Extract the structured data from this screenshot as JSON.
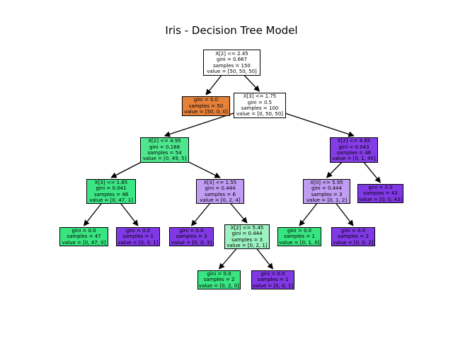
{
  "title": "Iris - Decision Tree Model",
  "palette": {
    "setosa_orange": "#e58139",
    "versicolor_green": "#39e581",
    "virginica_purple": "#8139e5",
    "impure_white": "#ffffff"
  },
  "nodes": [
    {
      "condition": "X[2] <= 2.45",
      "gini": "gini = 0.667",
      "samples": "samples = 150",
      "value": "value = [50, 50, 50]",
      "color": "#ffffff"
    },
    {
      "gini": "gini = 0.0",
      "samples": "samples = 50",
      "value": "value = [50, 0, 0]",
      "color": "#e58139"
    },
    {
      "condition": "X[3] <= 1.75",
      "gini": "gini = 0.5",
      "samples": "samples = 100",
      "value": "value = [0, 50, 50]",
      "color": "#ffffff"
    },
    {
      "condition": "X[2] <= 4.95",
      "gini": "gini = 0.168",
      "samples": "samples = 54",
      "value": "value = [0, 49, 5]",
      "color": "#4de88e"
    },
    {
      "condition": "X[2] <= 4.85",
      "gini": "gini = 0.043",
      "samples": "samples = 46",
      "value": "value = [0, 1, 45]",
      "color": "#843de6"
    },
    {
      "condition": "X[3] <= 1.65",
      "gini": "gini = 0.041",
      "samples": "samples = 48",
      "value": "value = [0, 47, 1]",
      "color": "#3de684"
    },
    {
      "condition": "X[3] <= 1.55",
      "gini": "gini = 0.444",
      "samples": "samples = 6",
      "value": "value = [0, 2, 4]",
      "color": "#c09cf2"
    },
    {
      "condition": "X[0] <= 5.95",
      "gini": "gini = 0.444",
      "samples": "samples = 3",
      "value": "value = [0, 1, 2]",
      "color": "#c09cf2"
    },
    {
      "gini": "gini = 0.0",
      "samples": "samples = 43",
      "value": "value = [0, 0, 43]",
      "color": "#8139e5"
    },
    {
      "gini": "gini = 0.0",
      "samples": "samples = 47",
      "value": "value = [0, 47, 0]",
      "color": "#39e581"
    },
    {
      "gini": "gini = 0.0",
      "samples": "samples = 1",
      "value": "value = [0, 0, 1]",
      "color": "#8139e5"
    },
    {
      "gini": "gini = 0.0",
      "samples": "samples = 3",
      "value": "value = [0, 0, 3]",
      "color": "#8139e5"
    },
    {
      "condition": "X[2] <= 5.45",
      "gini": "gini = 0.444",
      "samples": "samples = 3",
      "value": "value = [0, 2, 1]",
      "color": "#9cf2c0"
    },
    {
      "gini": "gini = 0.0",
      "samples": "samples = 1",
      "value": "value = [0, 1, 0]",
      "color": "#39e581"
    },
    {
      "gini": "gini = 0.0",
      "samples": "samples = 2",
      "value": "value = [0, 0, 2]",
      "color": "#8139e5"
    },
    {
      "gini": "gini = 0.0",
      "samples": "samples = 2",
      "value": "value = [0, 2, 0]",
      "color": "#39e581"
    },
    {
      "gini": "gini = 0.0",
      "samples": "samples = 1",
      "value": "value = [0, 0, 1]",
      "color": "#8139e5"
    }
  ],
  "edges": [
    {
      "from": 0,
      "to": 1
    },
    {
      "from": 0,
      "to": 2
    },
    {
      "from": 2,
      "to": 3
    },
    {
      "from": 2,
      "to": 4
    },
    {
      "from": 3,
      "to": 5
    },
    {
      "from": 3,
      "to": 6
    },
    {
      "from": 4,
      "to": 7
    },
    {
      "from": 4,
      "to": 8
    },
    {
      "from": 5,
      "to": 9
    },
    {
      "from": 5,
      "to": 10
    },
    {
      "from": 6,
      "to": 11
    },
    {
      "from": 6,
      "to": 12
    },
    {
      "from": 7,
      "to": 13
    },
    {
      "from": 7,
      "to": 14
    },
    {
      "from": 12,
      "to": 15
    },
    {
      "from": 12,
      "to": 16
    }
  ]
}
